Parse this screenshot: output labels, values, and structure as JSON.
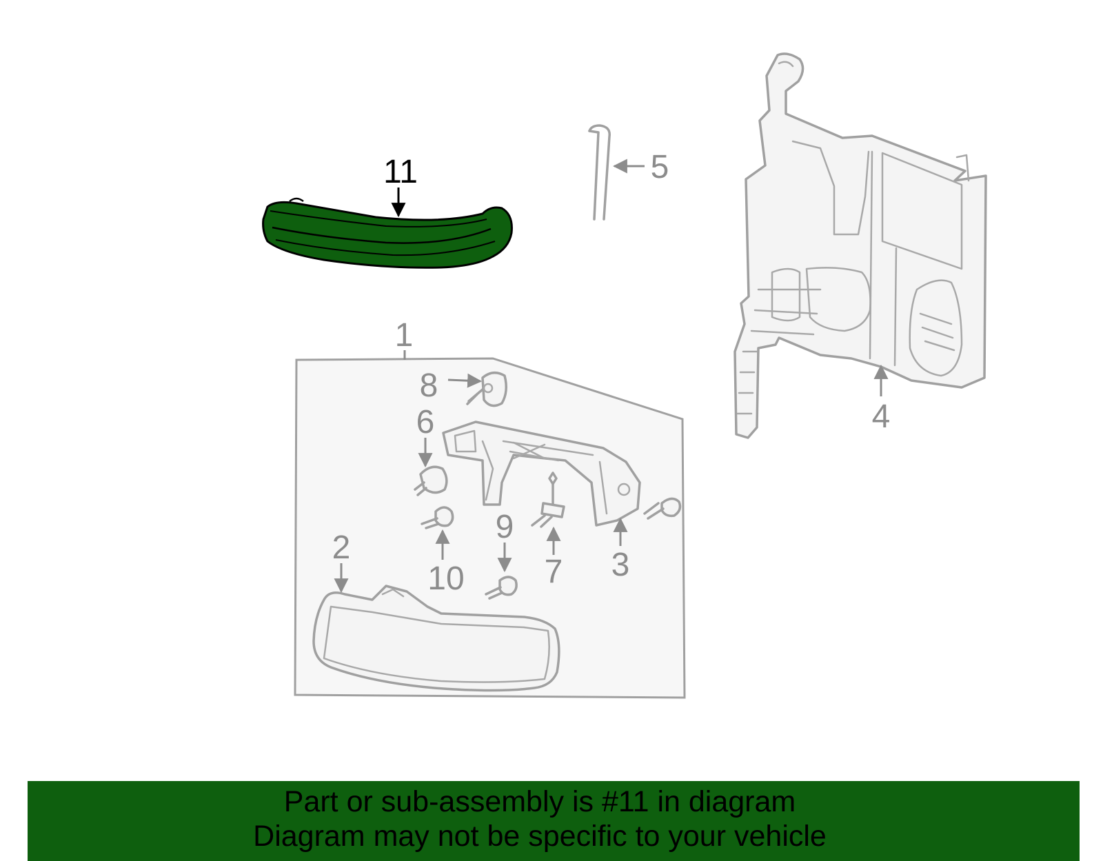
{
  "callouts": {
    "c1": "1",
    "c2": "2",
    "c3": "3",
    "c4": "4",
    "c5": "5",
    "c6": "6",
    "c7": "7",
    "c8": "8",
    "c9": "9",
    "c10": "10",
    "c11": "11"
  },
  "highlight": {
    "part": "11",
    "color": "#0e5f0e"
  },
  "banner": {
    "line1": "Part or sub-assembly is #11 in diagram",
    "line2": "Diagram may not be specific to your vehicle",
    "background": "#0e5f0e"
  }
}
